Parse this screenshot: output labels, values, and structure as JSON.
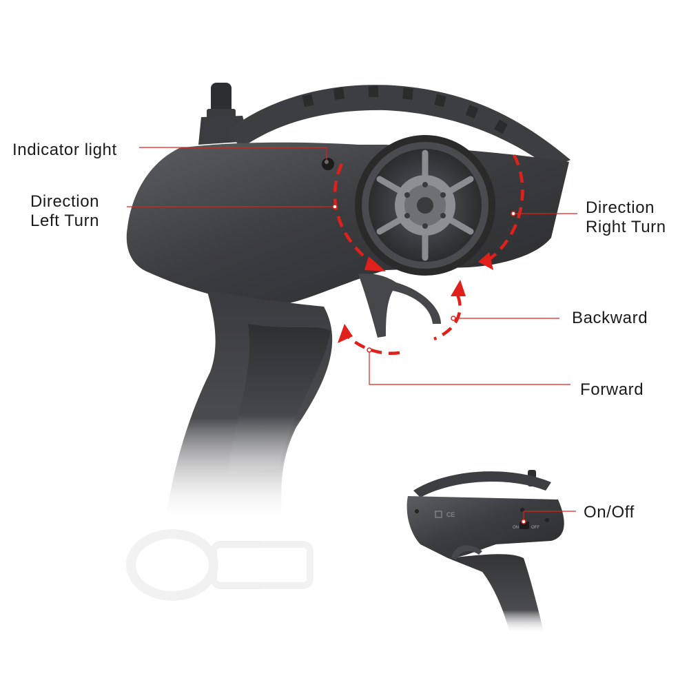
{
  "callouts": {
    "indicator_light": "Indicator light",
    "left_turn": {
      "line1": "Direction",
      "line2": "Left Turn"
    },
    "right_turn": {
      "line1": "Direction",
      "line2": "Right Turn"
    },
    "backward": "Backward",
    "forward": "Forward",
    "on_off": "On/Off"
  },
  "small_unit_labels": {
    "on": "ON",
    "off": "OFF",
    "cert_mark": "CE"
  },
  "colors": {
    "leader_line": "#e0201a",
    "arrow_dashes": "#e0201a",
    "body": "#3a3b3d",
    "body_highlight": "#5a5c60",
    "text": "#1a1a1a"
  }
}
